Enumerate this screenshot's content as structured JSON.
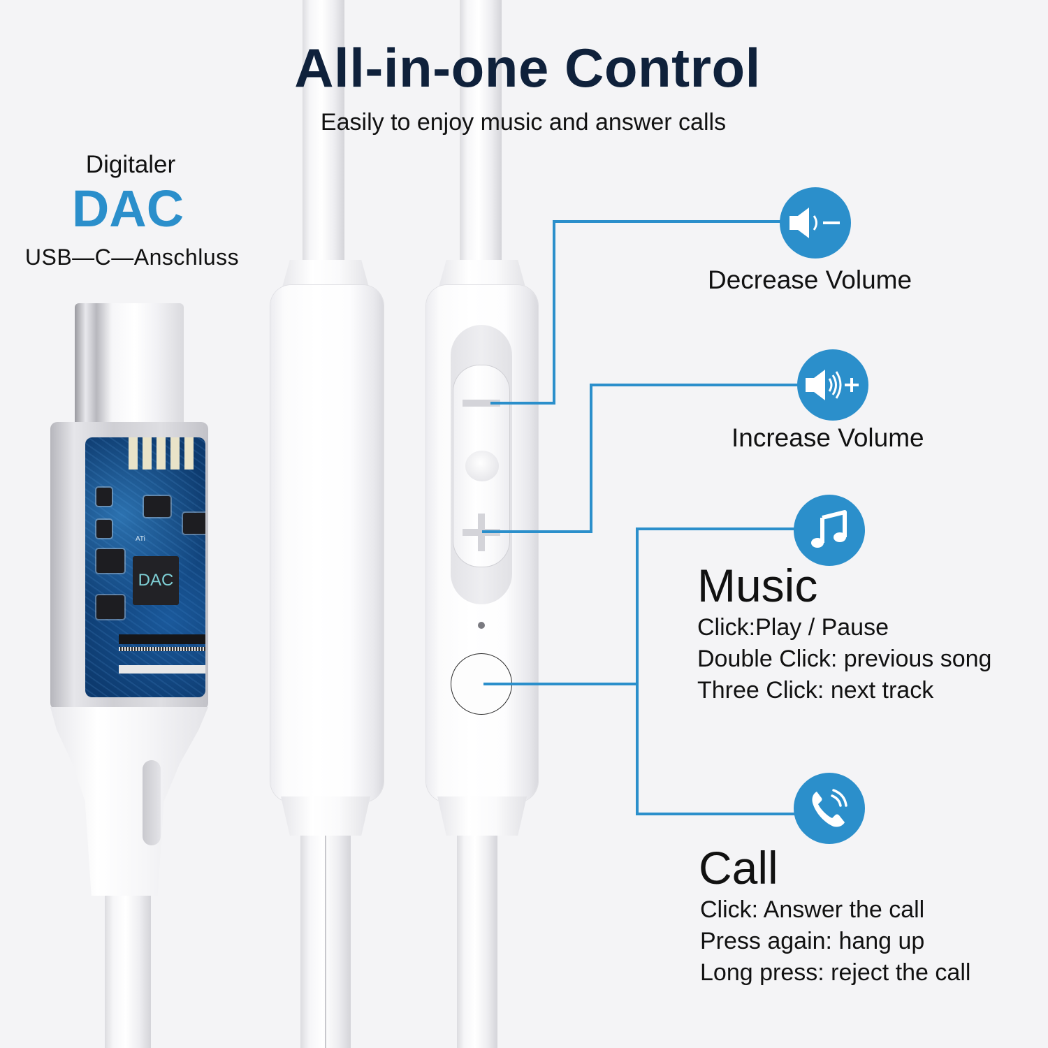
{
  "header": {
    "title": "All-in-one Control",
    "subtitle": "Easily to enjoy music and answer calls"
  },
  "dac_badge": {
    "top_label": "Digitaler",
    "main_label": "DAC",
    "bottom_label": "USB—C—Anschluss",
    "chip_text": "DAC",
    "pcb_marking": "ATi",
    "accent_color": "#2b8fcb"
  },
  "controls": [
    {
      "id": "decrease-volume",
      "icon": "volume-down-icon",
      "label": "Decrease Volume",
      "button_glyph": "minus"
    },
    {
      "id": "increase-volume",
      "icon": "volume-up-icon",
      "label": "Increase Volume",
      "button_glyph": "plus"
    },
    {
      "id": "music",
      "icon": "music-note-icon",
      "label": "Music",
      "lines": [
        "Click:Play / Pause",
        "Double Click: previous song",
        "Three Click: next track"
      ]
    },
    {
      "id": "call",
      "icon": "phone-call-icon",
      "label": "Call",
      "lines": [
        "Click: Answer the call",
        "Press again: hang up",
        "Long press: reject the call"
      ]
    }
  ],
  "colors": {
    "accent": "#2b8fcb",
    "title": "#0f213b",
    "background": "#f4f4f6",
    "text": "#111111"
  }
}
